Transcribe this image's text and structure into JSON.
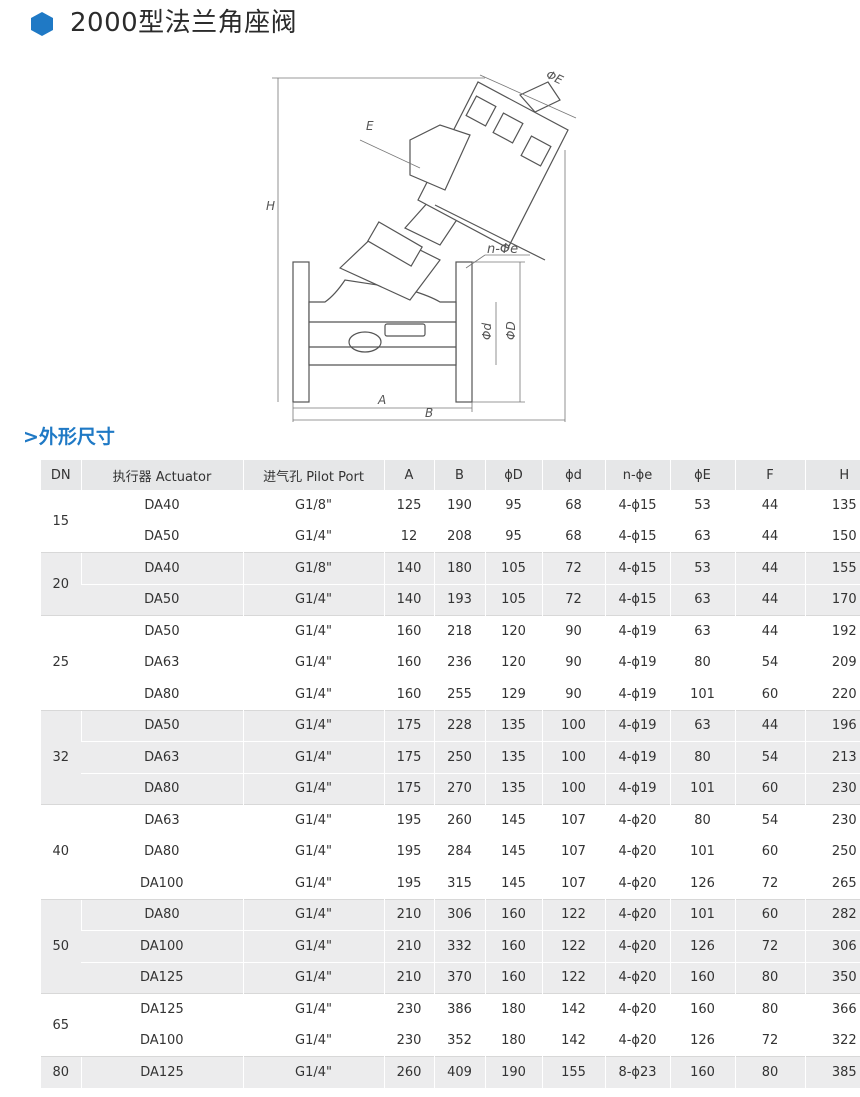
{
  "title": "2000型法兰角座阀",
  "section_title": ">外形尺寸",
  "drawing_labels": {
    "phiE": "ΦE",
    "E": "E",
    "H": "H",
    "n_phie": "n-Φe",
    "phid": "Φd",
    "phiD": "ΦD",
    "A": "A",
    "B": "B"
  },
  "table": {
    "headers": [
      "DN",
      "执行器 Actuator",
      "进气孔 Pilot Port",
      "A",
      "B",
      "ϕD",
      "ϕd",
      "n-ϕe",
      "ϕE",
      "F",
      "H"
    ],
    "groups": [
      {
        "dn": "15",
        "rows": [
          [
            "DA40",
            "G1/8\"",
            "125",
            "190",
            "95",
            "68",
            "4-ϕ15",
            "53",
            "44",
            "135"
          ],
          [
            "DA50",
            "G1/4\"",
            "12",
            "208",
            "95",
            "68",
            "4-ϕ15",
            "63",
            "44",
            "150"
          ]
        ]
      },
      {
        "dn": "20",
        "rows": [
          [
            "DA40",
            "G1/8\"",
            "140",
            "180",
            "105",
            "72",
            "4-ϕ15",
            "53",
            "44",
            "155"
          ],
          [
            "DA50",
            "G1/4\"",
            "140",
            "193",
            "105",
            "72",
            "4-ϕ15",
            "63",
            "44",
            "170"
          ]
        ]
      },
      {
        "dn": "25",
        "rows": [
          [
            "DA50",
            "G1/4\"",
            "160",
            "218",
            "120",
            "90",
            "4-ϕ19",
            "63",
            "44",
            "192"
          ],
          [
            "DA63",
            "G1/4\"",
            "160",
            "236",
            "120",
            "90",
            "4-ϕ19",
            "80",
            "54",
            "209"
          ],
          [
            "DA80",
            "G1/4\"",
            "160",
            "255",
            "129",
            "90",
            "4-ϕ19",
            "101",
            "60",
            "220"
          ]
        ]
      },
      {
        "dn": "32",
        "rows": [
          [
            "DA50",
            "G1/4\"",
            "175",
            "228",
            "135",
            "100",
            "4-ϕ19",
            "63",
            "44",
            "196"
          ],
          [
            "DA63",
            "G1/4\"",
            "175",
            "250",
            "135",
            "100",
            "4-ϕ19",
            "80",
            "54",
            "213"
          ],
          [
            "DA80",
            "G1/4\"",
            "175",
            "270",
            "135",
            "100",
            "4-ϕ19",
            "101",
            "60",
            "230"
          ]
        ]
      },
      {
        "dn": "40",
        "rows": [
          [
            "DA63",
            "G1/4\"",
            "195",
            "260",
            "145",
            "107",
            "4-ϕ20",
            "80",
            "54",
            "230"
          ],
          [
            "DA80",
            "G1/4\"",
            "195",
            "284",
            "145",
            "107",
            "4-ϕ20",
            "101",
            "60",
            "250"
          ],
          [
            "DA100",
            "G1/4\"",
            "195",
            "315",
            "145",
            "107",
            "4-ϕ20",
            "126",
            "72",
            "265"
          ]
        ]
      },
      {
        "dn": "50",
        "rows": [
          [
            "DA80",
            "G1/4\"",
            "210",
            "306",
            "160",
            "122",
            "4-ϕ20",
            "101",
            "60",
            "282"
          ],
          [
            "DA100",
            "G1/4\"",
            "210",
            "332",
            "160",
            "122",
            "4-ϕ20",
            "126",
            "72",
            "306"
          ],
          [
            "DA125",
            "G1/4\"",
            "210",
            "370",
            "160",
            "122",
            "4-ϕ20",
            "160",
            "80",
            "350"
          ]
        ]
      },
      {
        "dn": "65",
        "rows": [
          [
            "DA125",
            "G1/4\"",
            "230",
            "386",
            "180",
            "142",
            "4-ϕ20",
            "160",
            "80",
            "366"
          ],
          [
            "DA100",
            "G1/4\"",
            "230",
            "352",
            "180",
            "142",
            "4-ϕ20",
            "126",
            "72",
            "322"
          ]
        ]
      },
      {
        "dn": "80",
        "rows": [
          [
            "DA125",
            "G1/4\"",
            "260",
            "409",
            "190",
            "155",
            "8-ϕ23",
            "160",
            "80",
            "385"
          ]
        ]
      }
    ]
  },
  "colors": {
    "accent": "#1f79c5",
    "header_bg": "#e6e7e8",
    "band_bg": "#ececed"
  }
}
